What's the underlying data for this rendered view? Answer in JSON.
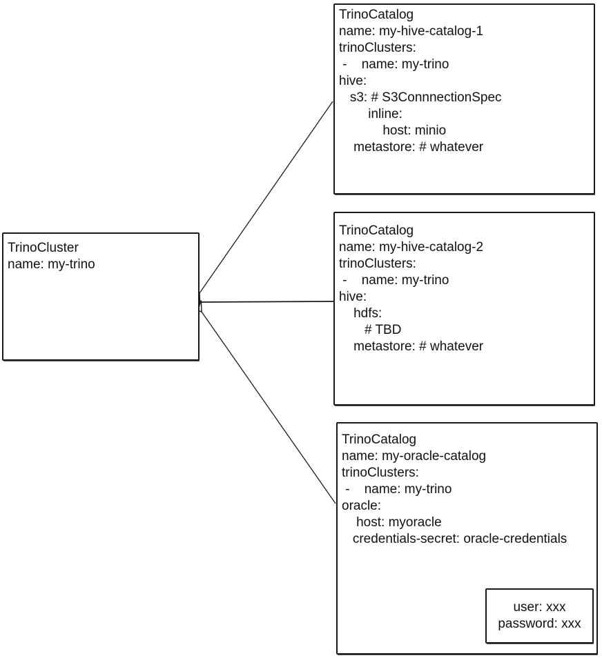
{
  "colors": {
    "ink": "#1a1a1a",
    "background": "#ffffff"
  },
  "cluster": {
    "lines": [
      "TrinoCluster",
      "name: my-trino"
    ]
  },
  "catalogs": [
    {
      "id": "my-hive-catalog-1",
      "lines": [
        "TrinoCatalog",
        "name: my-hive-catalog-1",
        "trinoClusters:",
        " -    name: my-trino",
        "hive:",
        "   s3: # S3ConnnectionSpec",
        "        inline:",
        "            host: minio",
        "    metastore: # whatever"
      ]
    },
    {
      "id": "my-hive-catalog-2",
      "lines": [
        "TrinoCatalog",
        "name: my-hive-catalog-2",
        "trinoClusters:",
        " -    name: my-trino",
        "hive:",
        "    hdfs:",
        "       # TBD",
        "    metastore: # whatever"
      ]
    },
    {
      "id": "my-oracle-catalog",
      "lines": [
        "TrinoCatalog",
        "name: my-oracle-catalog",
        "trinoClusters:",
        " -    name: my-trino",
        "oracle:",
        "    host: myoracle",
        "   credentials-secret: oracle-credentials"
      ]
    }
  ],
  "secret": {
    "lines": [
      "user: xxx",
      "password: xxx"
    ]
  },
  "edges": [
    {
      "from": "TrinoCatalog my-hive-catalog-1",
      "to": "TrinoCluster my-trino"
    },
    {
      "from": "TrinoCatalog my-hive-catalog-2",
      "to": "TrinoCluster my-trino"
    },
    {
      "from": "TrinoCatalog my-oracle-catalog",
      "to": "TrinoCluster my-trino"
    },
    {
      "from": "credentials-secret: oracle-credentials",
      "to": "secret (user/password)"
    }
  ]
}
